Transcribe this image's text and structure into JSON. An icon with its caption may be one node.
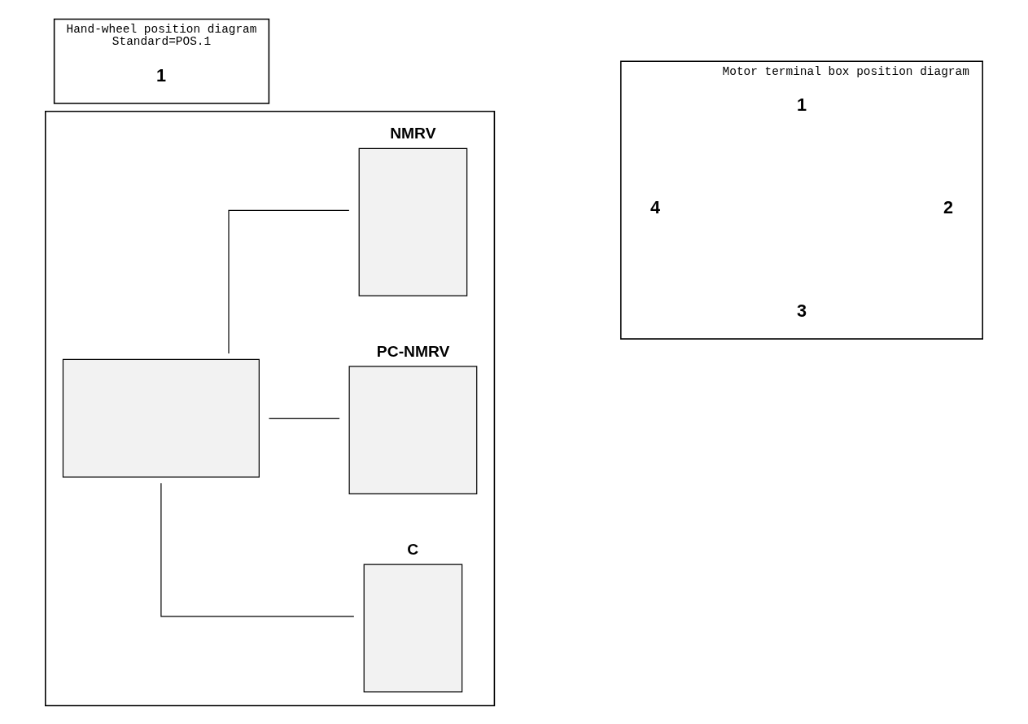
{
  "diagram": {
    "nodes": [
      {
        "text": [],
        "shape": "box"
      },
      {
        "text": [],
        "shape": "box",
        "in": 0
      },
      {
        "text": [],
        "shape": "box",
        "in": 0,
        "beside": [
          "NMRV"
        ]
      },
      {
        "text": [],
        "shape": "box",
        "in": 0,
        "beside": [
          "PC-NMRV"
        ]
      },
      {
        "text": [],
        "shape": "box",
        "in": 0,
        "beside": [
          "C"
        ]
      },
      {
        "text": [
          "Hand-wheel position diagram",
          "Standard=POS.1"
        ]
      },
      {
        "text": [
          "Motor terminal box position diagram"
        ]
      }
    ],
    "edges": [
      {
        "from": 1,
        "to": 2,
        "arrow": "none"
      },
      {
        "from": 1,
        "to": 3,
        "arrow": "none"
      },
      {
        "from": 1,
        "to": 4,
        "arrow": "none"
      }
    ],
    "labels": [
      "1",
      "1",
      "4",
      "2",
      "3"
    ]
  }
}
